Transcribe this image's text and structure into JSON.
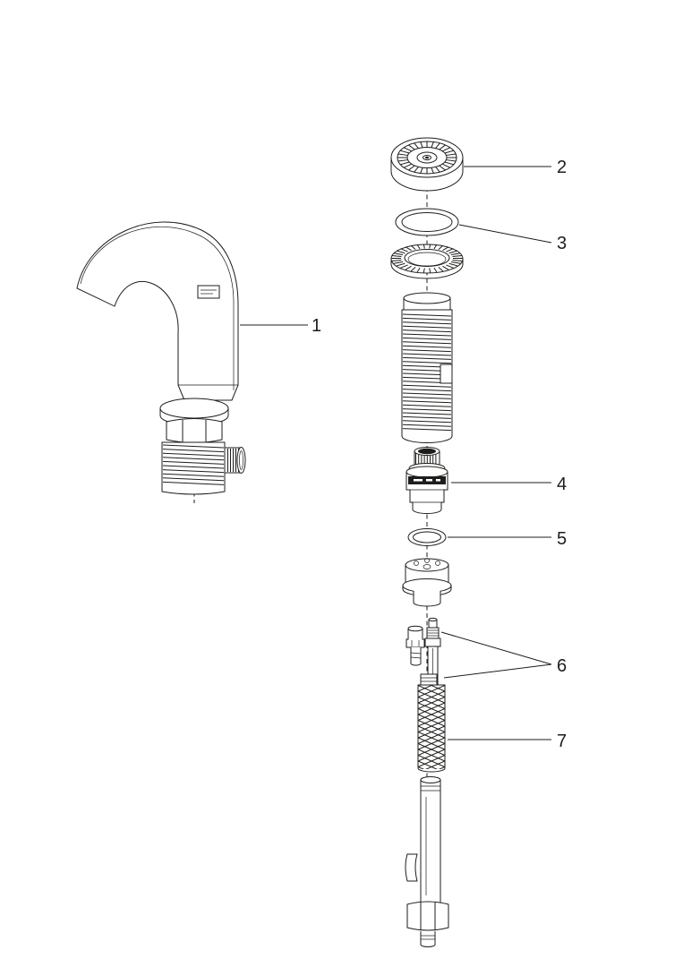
{
  "diagram": {
    "background_color": "#ffffff",
    "line_color": "#1d1d1b"
  },
  "callouts": [
    {
      "number": "1"
    },
    {
      "number": "2"
    },
    {
      "number": "3"
    },
    {
      "number": "4"
    },
    {
      "number": "5"
    },
    {
      "number": "6"
    },
    {
      "number": "7"
    }
  ]
}
